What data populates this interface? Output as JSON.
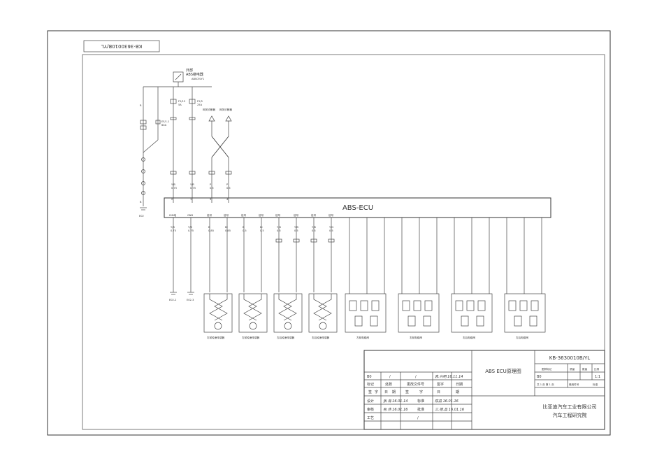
{
  "drawing_number_rotated": "KB-3630010B/YL",
  "ecu_label": "ABS-ECU",
  "top_components": {
    "relay_title": "外部",
    "relay_sub": "ABS继电器",
    "relay_code": "ABSCM-Y1",
    "fuse1": {
      "name": "F2/15",
      "rating": "5A"
    },
    "fuse2": {
      "name": "F2/5",
      "rating": "25A"
    },
    "fuse3": {
      "name": "EF/1.1",
      "rating": "60A"
    },
    "diag1": "网关诊断器",
    "diag2": "网关诊断器",
    "left_wire_top": "R",
    "left_wire_bottom": "B",
    "ground_code": "E02"
  },
  "ecu_pins_top": [
    {
      "num": "2",
      "color": "Y/B",
      "gauge": "0.75"
    },
    {
      "num": "1",
      "color": "Y/R",
      "gauge": "0.75"
    },
    {
      "num": "3",
      "color": "P",
      "gauge": "0.5"
    },
    {
      "num": "4",
      "color": "P",
      "gauge": "0.5"
    }
  ],
  "ecu_pins_bottom": [
    {
      "label": "IGN电",
      "color": "Y/B",
      "gauge": "0.75"
    },
    {
      "label": "GND",
      "color": "Y/B",
      "gauge": "0.75"
    },
    {
      "label": "信号",
      "color": "B",
      "gauge": "0.85"
    },
    {
      "label": "信号",
      "color": "Br",
      "gauge": "0.85"
    },
    {
      "label": "信号",
      "color": "B",
      "gauge": "0.5"
    },
    {
      "label": "信号",
      "color": "Br",
      "gauge": "0.5"
    },
    {
      "label": "信号",
      "color": "Y/G",
      "gauge": "0.5"
    },
    {
      "label": "信号",
      "color": "Y/B",
      "gauge": "0.5"
    },
    {
      "label": "信号",
      "color": "Y/B",
      "gauge": "0.5"
    },
    {
      "label": "信号",
      "color": "Y/G",
      "gauge": "0.5"
    }
  ],
  "ground_labels": [
    "E02-2",
    "E02-3"
  ],
  "sensors": [
    "右前轮速传感器",
    "左前轮速传感器",
    "左后轮速传感器",
    "右后轮速传感器"
  ],
  "valve_groups": [
    "左前电磁阀",
    "右前电磁阀",
    "右后电磁阀",
    "左后电磁阀"
  ],
  "title_block": {
    "drawing_title": "ABS ECU原理图",
    "drawing_number": "KB-3630010B/YL",
    "headers": [
      "图样标记",
      "质量",
      "数量",
      "比例"
    ],
    "version": "B0",
    "scale": "1:1",
    "sheets": "共 1 页 第 1 页",
    "repeat_code": "借用件号",
    "cipher": "标准",
    "company": "比亚迪汽车工业有限公司",
    "institute": "汽车工程研究院",
    "rev_row": {
      "mark": "B0",
      "count": "/",
      "doc": "/"
    },
    "signs": {
      "row1": "标记",
      "count": "处数",
      "doc": "更改文件号",
      "sign": "签字",
      "date": "日期"
    },
    "sign_row": {
      "a": "签",
      "b": "字",
      "c": "日",
      "d": "期",
      "e": "签",
      "f": "字",
      "g": "日",
      "h": "期"
    },
    "roles": [
      {
        "role": "设计",
        "role2": "标准"
      },
      {
        "role": "审核",
        "role2": "批准"
      },
      {
        "role": "工艺",
        "role2": "/"
      }
    ],
    "handwritten": {
      "rev_sign": "袁.兴明 16.11.14",
      "design": "张.海 16.01.14",
      "standard": "陈昌 16.01.16",
      "review": "吾.伟 16.01.16",
      "approve": "三.德.昌 16.01.16"
    }
  }
}
